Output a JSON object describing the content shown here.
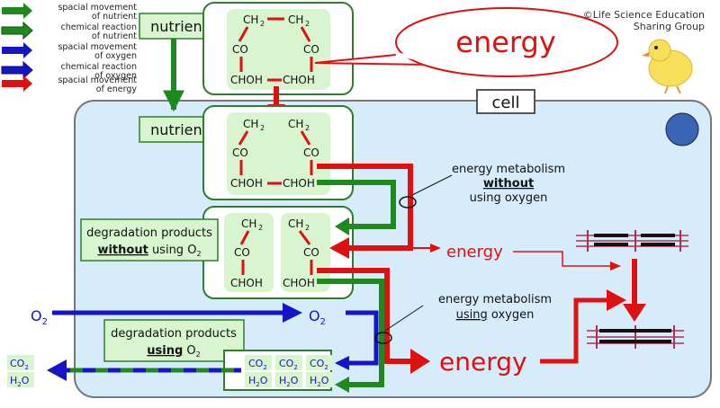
{
  "legend": {
    "items": [
      {
        "text": "spacial movement of nutrient",
        "lines": [
          "spacial movement",
          "of nutrient"
        ],
        "color": "#1e8a1e"
      },
      {
        "text": "chemical reaction of nutrient",
        "lines": [
          "chemical reaction",
          "of nutrient"
        ],
        "color": "#1e8a1e"
      },
      {
        "text": "spacial movement of oxygen",
        "lines": [
          "spacial movement",
          "of oxygen"
        ],
        "color": "#1515c8"
      },
      {
        "text": "chemical reaction of oxygen",
        "lines": [
          "chemical reaction",
          "of oxygen"
        ],
        "color": "#1515c8"
      },
      {
        "text": "spacial movement of energy",
        "lines": [
          "spacial movement",
          "of energy"
        ],
        "color": "#e01010"
      }
    ]
  },
  "credit": {
    "line1": "©Life Science Education",
    "line2": "Sharing Group"
  },
  "bubble": {
    "text": "energy"
  },
  "cell": {
    "label": "cell"
  },
  "nutrient_outside": {
    "label": "nutrient"
  },
  "nutrient_inside": {
    "label": "nutrient"
  },
  "molecule": {
    "ch2": "CH",
    "sub2": "2",
    "co": "CO",
    "choh": "CHOH"
  },
  "anaerobic": {
    "line1": "energy metabolism",
    "line2": "without",
    "line3": "using oxygen"
  },
  "aerobic": {
    "line1": "energy metabolism",
    "line2": "using",
    "line2b": " oxygen"
  },
  "deg_without": {
    "line1": "degradation products",
    "line2_bold": "without",
    "line2_rest": " using O",
    "sub": "2"
  },
  "deg_using": {
    "line1": "degradation products",
    "line2_bold": "using",
    "line2_rest": " O",
    "sub": "2"
  },
  "energy_small": {
    "text": "energy"
  },
  "energy_big": {
    "text": "energy"
  },
  "oxygen": {
    "left": "O",
    "right": "O",
    "sub": "2"
  },
  "products": {
    "co": "CO",
    "h2o_h": "H",
    "h2o_o": "O",
    "sub": "2"
  },
  "colors": {
    "green": "#1e8a1e",
    "blue": "#1515c8",
    "red": "#e01010",
    "cell_fill": "#d6ecfb",
    "box_green": "#d9f5d0",
    "box_border": "#2f7d2f"
  }
}
